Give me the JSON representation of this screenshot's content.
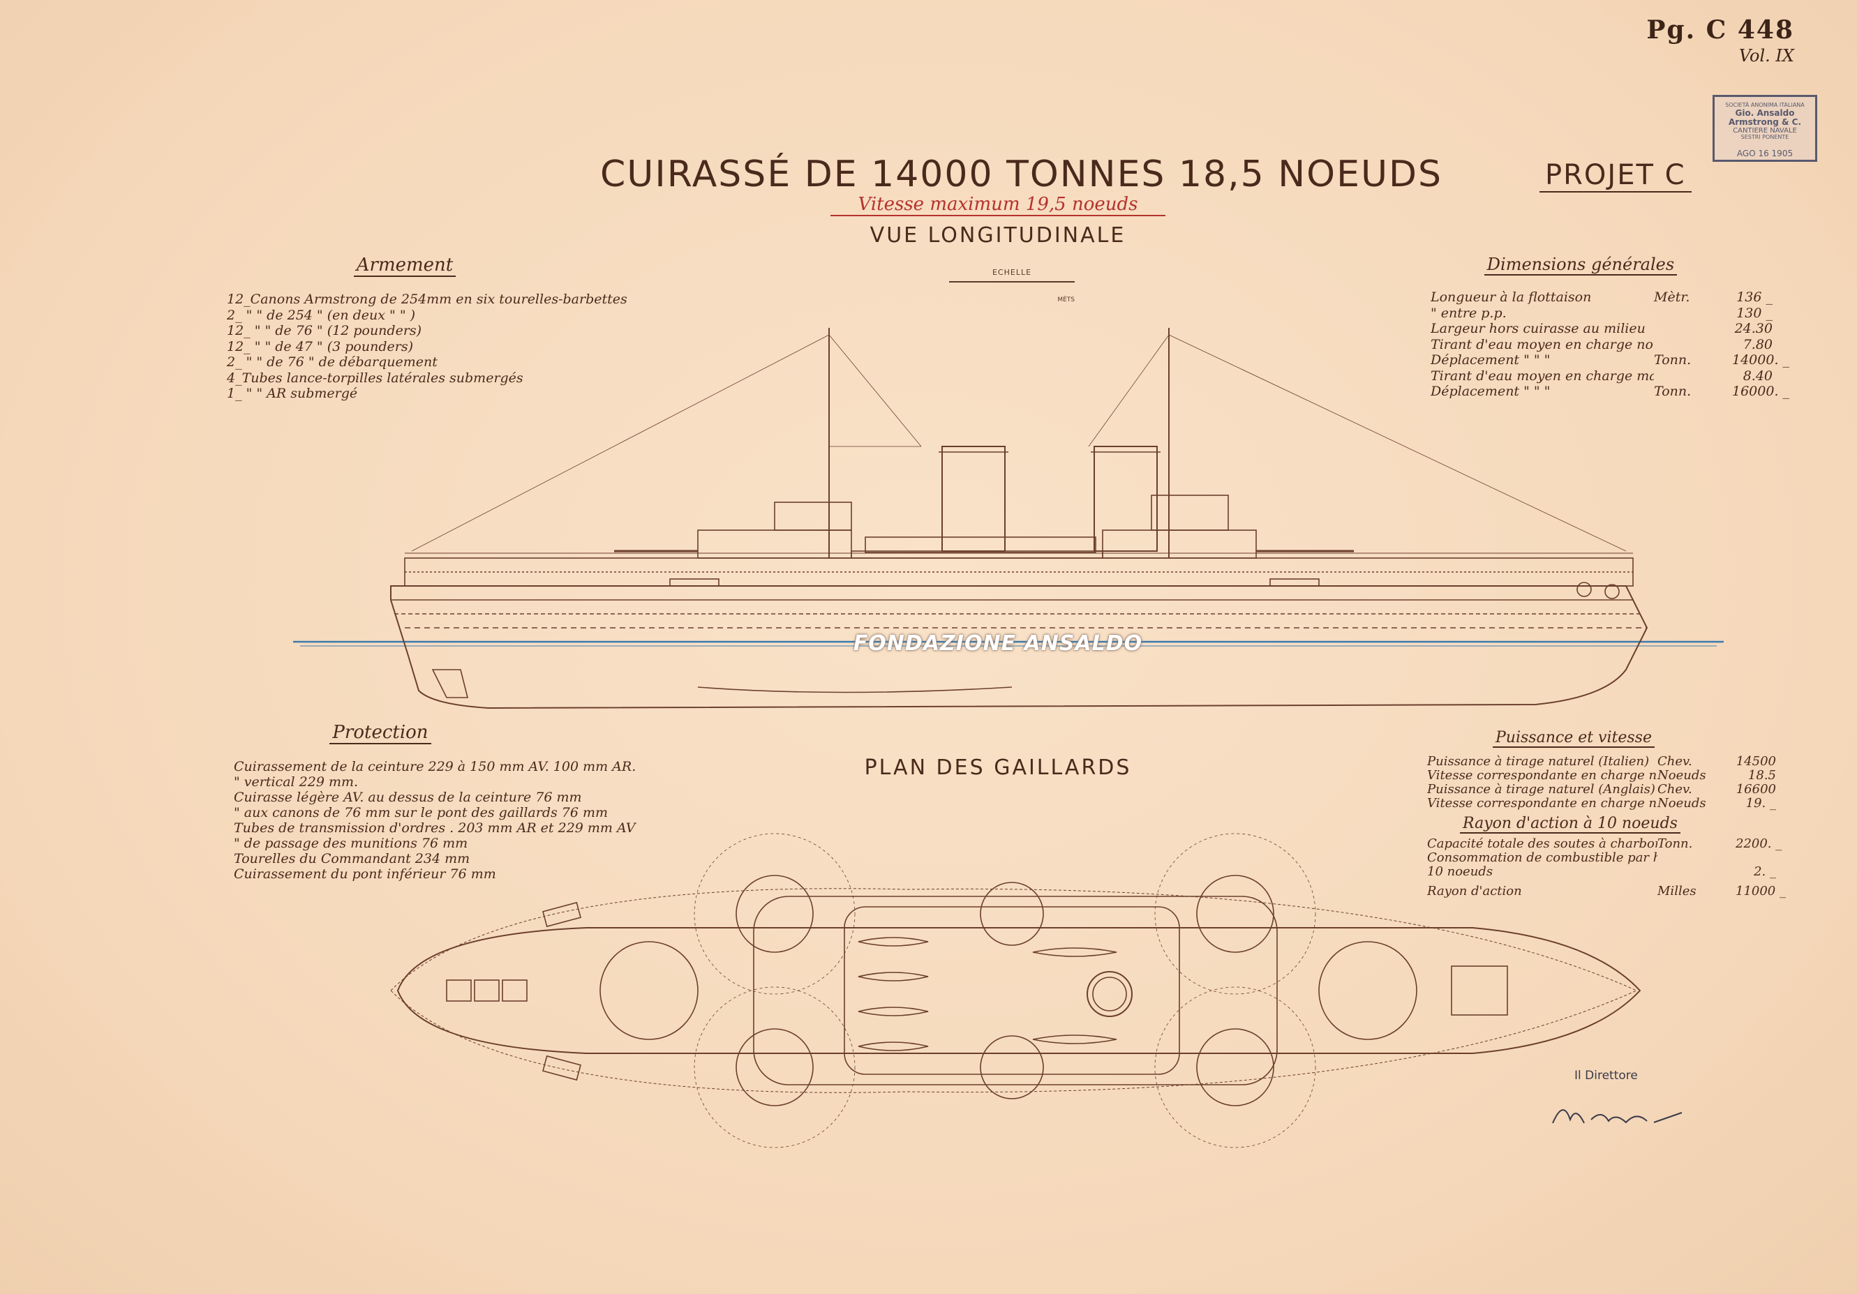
{
  "sheet_ref": {
    "code": "Pg. C 448",
    "volume": "Vol. IX"
  },
  "stamp": {
    "line1": "SOCIETÀ ANONIMA ITALIANA",
    "line2": "Gio. Ansaldo Armstrong & C.",
    "line3": "CANTIERE NAVALE",
    "line4": "SESTRI PONENTE",
    "date": "AGO 16 1905"
  },
  "title": "CUIRASSÉ DE 14000 TONNES 18,5 NOEUDS",
  "subtitle": "Vitesse maximum 19,5 noeuds",
  "view_label": "VUE LONGITUDINALE",
  "projet": "PROJET C",
  "scale": {
    "label": "ECHELLE",
    "unit": "MÈTS"
  },
  "armement": {
    "heading": "Armement",
    "lines": [
      "12_Canons Armstrong de 254mm en six tourelles-barbettes",
      "2_     \"        \"       de 254  \" (en deux    \"     \"  )",
      "12_     \"        \"       de 76  \" (12 pounders)",
      "12_     \"        \"       de 47  \" (3 pounders)",
      "2_     \"        \"       de 76  \" de débarquement",
      "4_Tubes lance-torpilles latérales submergés",
      "1_  \"     \"      AR submergé"
    ]
  },
  "dimensions": {
    "heading": "Dimensions générales",
    "rows": [
      {
        "label": "Longueur à la flottaison",
        "unit": "Mètr.",
        "value": "136 _"
      },
      {
        "label": "      \"    entre p.p.",
        "unit": "",
        "value": "130 _"
      },
      {
        "label": "Largeur hors cuirasse au milieu",
        "unit": "",
        "value": "24.30"
      },
      {
        "label": "Tirant d'eau moyen en charge normale",
        "unit": "",
        "value": "7.80"
      },
      {
        "label": "Déplacement     \"     \"     \"",
        "unit": "Tonn.",
        "value": "14000. _"
      },
      {
        "label": "Tirant d'eau moyen en charge maximum Mè.",
        "unit": "",
        "value": "8.40"
      },
      {
        "label": "Déplacement     \"     \"     \"",
        "unit": "Tonn.",
        "value": "16000. _"
      }
    ]
  },
  "protection": {
    "heading": "Protection",
    "lines": [
      "Cuirassement de la ceinture 229 à 150 mm AV. 100 mm AR.",
      "      \"        vertical  229 mm.",
      "Cuirasse légère AV. au dessus de la ceinture 76 mm",
      "      \" aux canons de 76 mm sur le pont des gaillards 76 mm",
      "Tubes de transmission d'ordres . 203 mm AR et 229 mm AV",
      "      \" de passage des munitions 76 mm",
      "Tourelles du Commandant  234 mm",
      "Cuirassement du pont inférieur 76 mm"
    ]
  },
  "puissance": {
    "heading": "Puissance et vitesse",
    "rows": [
      {
        "label": "Puissance à tirage naturel (Italien)",
        "unit": "Chev.",
        "value": "14500"
      },
      {
        "label": "Vitesse correspondante en charge normale",
        "unit": "Noeuds",
        "value": "18.5"
      },
      {
        "label": "Puissance à tirage naturel (Anglais)",
        "unit": "Chev.",
        "value": "16600"
      },
      {
        "label": "Vitesse correspondante en charge normale",
        "unit": "Noeuds",
        "value": "19. _"
      }
    ]
  },
  "rayon": {
    "heading": "Rayon d'action à 10 noeuds",
    "rows": [
      {
        "label": "Capacité totale des soutes à charbon",
        "unit": "Tonn.",
        "value": "2200. _"
      },
      {
        "label": "Consommation de combustible par heure à",
        "unit": "",
        "value": ""
      },
      {
        "label": "                    10 noeuds",
        "unit": "",
        "value": "2. _"
      },
      {
        "label": "Rayon d'action",
        "unit": "Milles",
        "value": "11000 _"
      }
    ]
  },
  "plan_label": "PLAN DES GAILLARDS",
  "watermark": "FONDAZIONE ANSALDO",
  "signature_role": "Il Direttore",
  "colors": {
    "paper": "#f7dcc0",
    "ink": "#4a2a1c",
    "red_ink": "#b5322c",
    "stamp": "#59596e"
  }
}
